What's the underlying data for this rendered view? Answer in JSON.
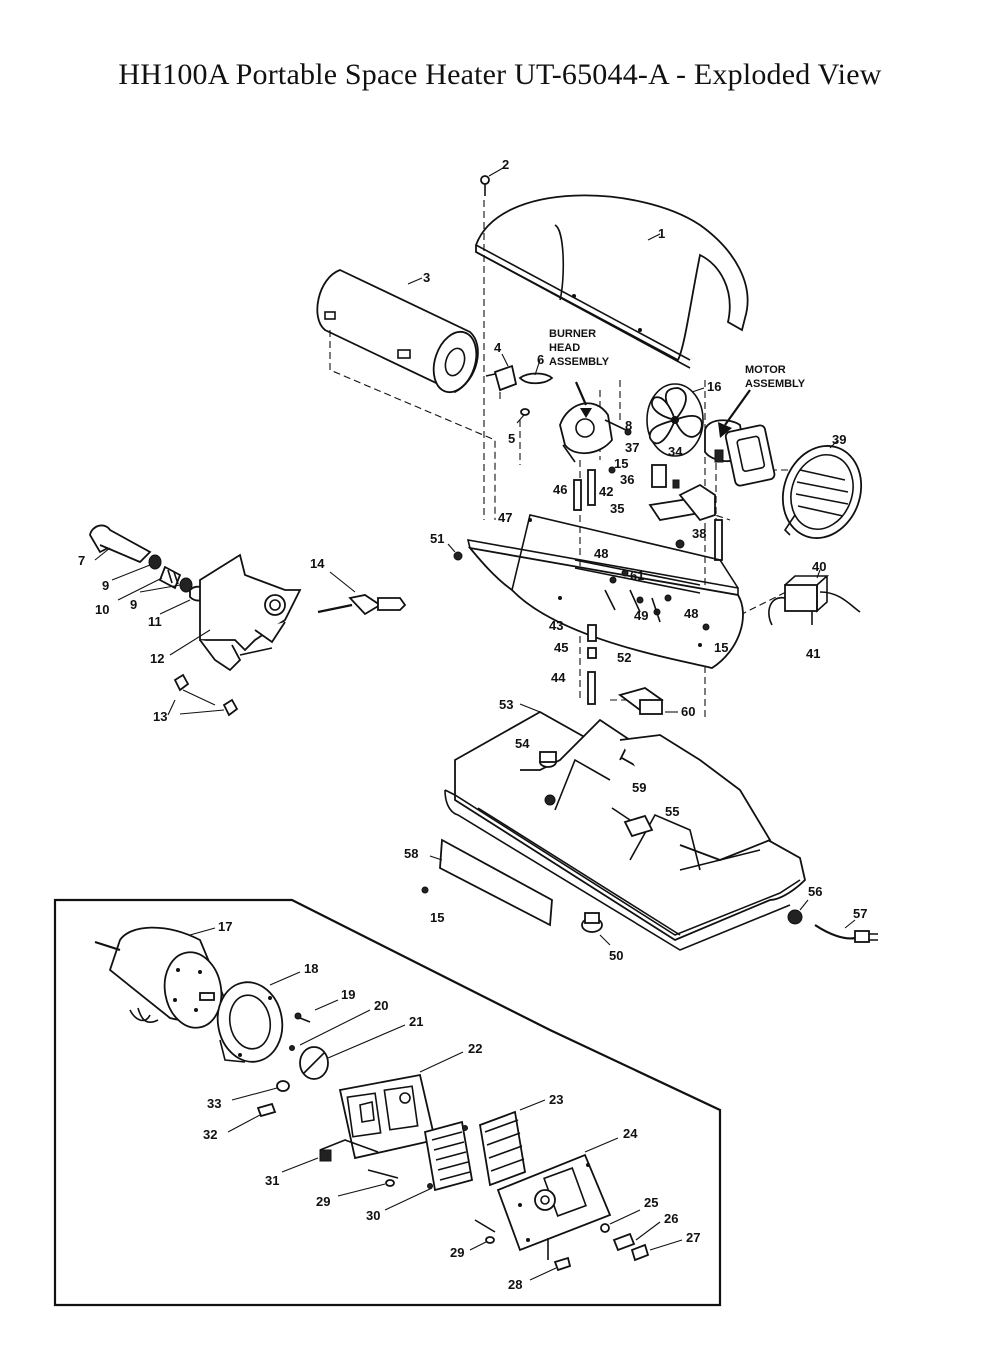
{
  "title": "HH100A Portable Space Heater UT-65044-A - Exploded View",
  "callouts": {
    "burner": [
      "BURNER",
      "HEAD",
      "ASSEMBLY"
    ],
    "motor": [
      "MOTOR",
      "ASSEMBLY"
    ]
  },
  "parts": {
    "p1": "1",
    "p2": "2",
    "p3": "3",
    "p4": "4",
    "p5": "5",
    "p6": "6",
    "p7": "7",
    "p8": "8",
    "p9a": "9",
    "p9b": "9",
    "p10": "10",
    "p11": "11",
    "p12": "12",
    "p13": "13",
    "p14": "14",
    "p15a": "15",
    "p15b": "15",
    "p15c": "15",
    "p16": "16",
    "p17": "17",
    "p18": "18",
    "p19": "19",
    "p20": "20",
    "p21": "21",
    "p22": "22",
    "p23": "23",
    "p24": "24",
    "p25": "25",
    "p26": "26",
    "p27": "27",
    "p28": "28",
    "p29a": "29",
    "p29b": "29",
    "p30": "30",
    "p31": "31",
    "p32": "32",
    "p33": "33",
    "p34": "34",
    "p35": "35",
    "p36": "36",
    "p37": "37",
    "p38": "38",
    "p39": "39",
    "p40": "40",
    "p41": "41",
    "p42": "42",
    "p43": "43",
    "p44": "44",
    "p45": "45",
    "p46": "46",
    "p47": "47",
    "p48a": "48",
    "p48b": "48",
    "p49": "49",
    "p50": "50",
    "p51": "51",
    "p52": "52",
    "p53": "53",
    "p54": "54",
    "p55": "55",
    "p56": "56",
    "p57": "57",
    "p58": "58",
    "p59": "59",
    "p60": "60",
    "p61": "61"
  }
}
